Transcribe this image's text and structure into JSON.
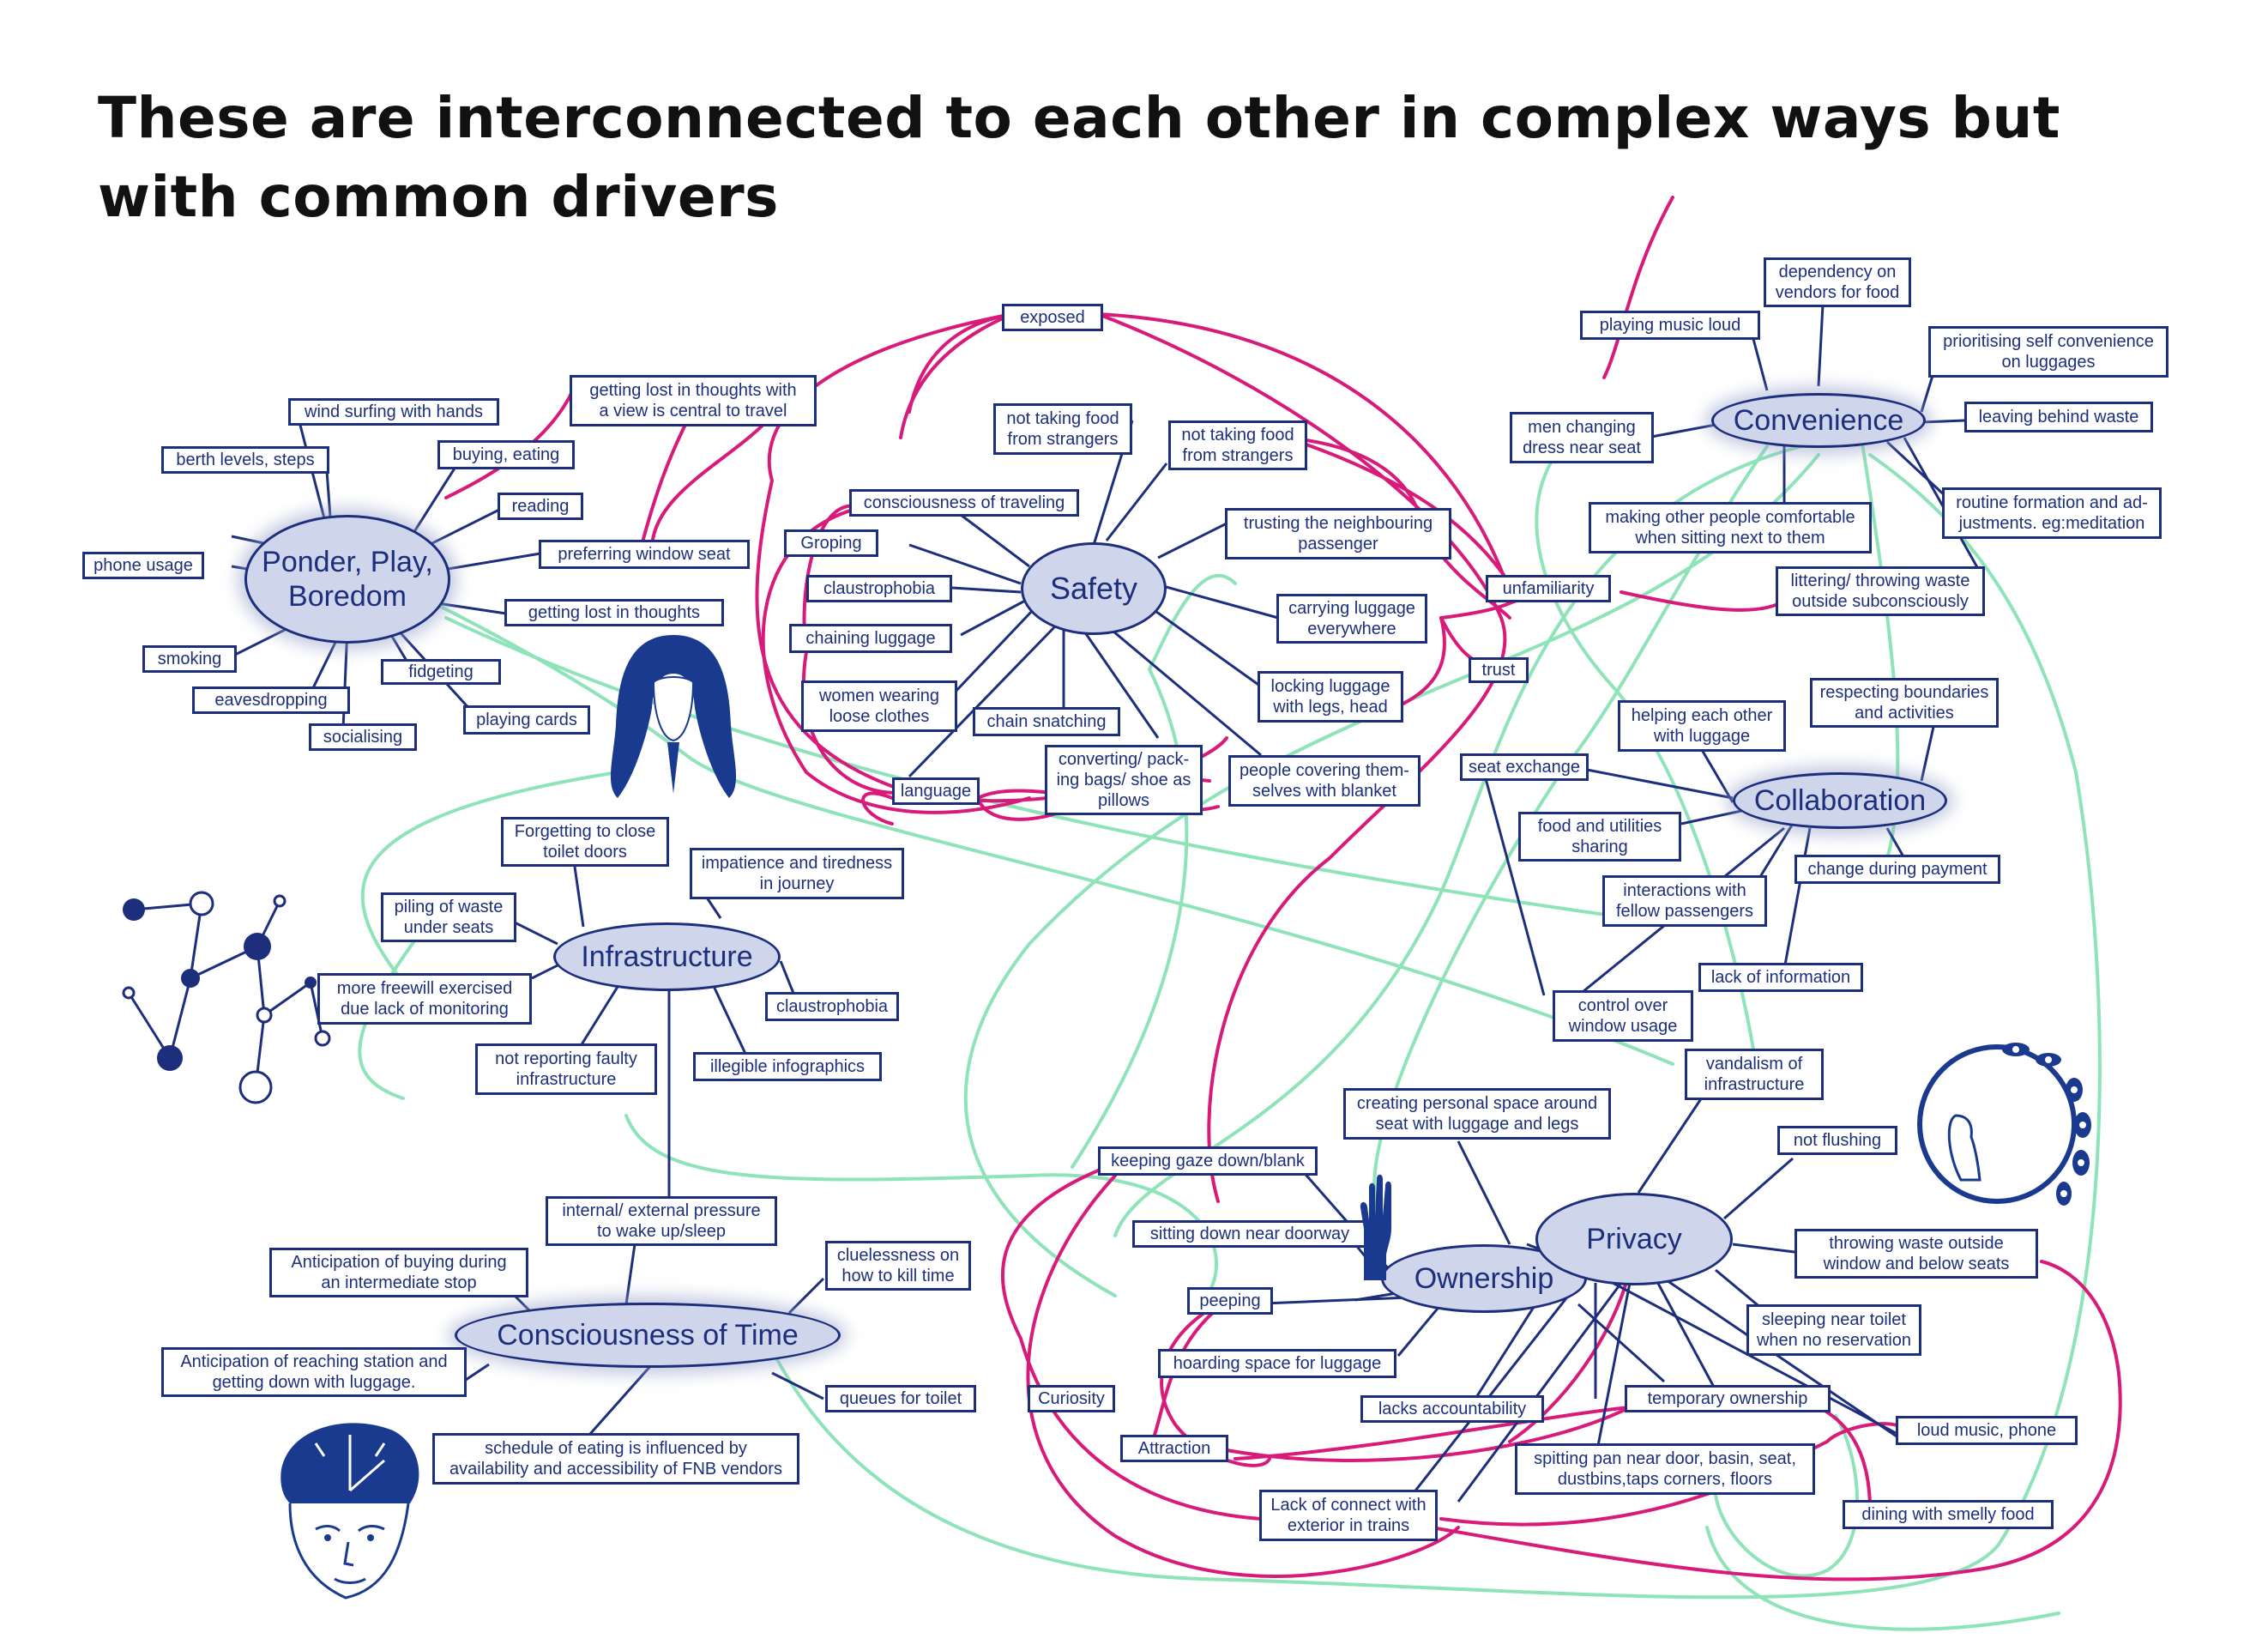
{
  "title": "These are interconnected to each other in complex ways but with common drivers",
  "colors": {
    "navy": "#1d2f7c",
    "hub_fill": "#cfd5ea",
    "pink_links": "#d81b7a",
    "green_links": "#8ee4b8",
    "illustration": "#1a3a8f"
  },
  "hubs": {
    "ponder": "Ponder, Play,\nBoredom",
    "safety": "Safety",
    "convenience": "Convenience",
    "collaboration": "Collaboration",
    "infrastructure": "Infrastructure",
    "consciousness_time": "Consciousness of Time",
    "ownership": "Ownership",
    "privacy": "Privacy"
  },
  "labels": {
    "ponder": {
      "wind_surfing": "wind surfing with hands",
      "berth_levels": "berth levels, steps",
      "phone_usage": "phone usage",
      "smoking": "smoking",
      "eavesdropping": "eavesdropping",
      "socialising": "socialising",
      "fidgeting": "fidgeting",
      "playing_cards": "playing cards",
      "buying_eating": "buying, eating",
      "reading": "reading",
      "preferring_window": "preferring window seat",
      "lost_thoughts": "getting lost in thoughts",
      "lost_thoughts_view": "getting lost in thoughts with\na view is central to travel"
    },
    "safety": {
      "exposed": "exposed",
      "not_taking_food_1": "not taking food\nfrom strangers",
      "not_taking_food_2": "not taking food\nfrom strangers",
      "consciousness_traveling": "consciousness of traveling",
      "groping": "Groping",
      "claustrophobia": "claustrophobia",
      "chaining_luggage": "chaining luggage",
      "women_loose": "women wearing\nloose clothes",
      "chain_snatching": "chain snatching",
      "language": "language",
      "converting_bags": "converting/ pack-\ning bags/ shoe as\npillows",
      "covering_blanket": "people covering them-\nselves with blanket",
      "locking_luggage": "locking luggage\nwith legs, head",
      "carrying_luggage": "carrying luggage\neverywhere",
      "trusting_neighbour": "trusting the neighbouring\npassenger",
      "unfamiliarity": "unfamiliarity",
      "trust": "trust"
    },
    "convenience": {
      "dependency_vendors": "dependency on\nvendors for food",
      "playing_music": "playing music loud",
      "prioritising_self": "prioritising self convenience\non luggages",
      "leaving_waste": "leaving behind waste",
      "men_changing": "men changing\ndress near seat",
      "making_comfortable": "making other people comfortable\nwhen sitting next to them",
      "routine_formation": "routine formation and ad-\njustments. eg:meditation",
      "littering": "littering/ throwing waste\noutside subconsciously"
    },
    "collaboration": {
      "helping_luggage": "helping each other\nwith luggage",
      "respecting_boundaries": "respecting boundaries\nand activities",
      "seat_exchange": "seat exchange",
      "food_sharing": "food and utilities\nsharing",
      "interactions": "interactions with\nfellow passengers",
      "change_payment": "change during payment",
      "lack_information": "lack of information",
      "control_window": "control over\nwindow usage"
    },
    "infrastructure": {
      "forgetting_doors": "Forgetting to close\ntoilet doors",
      "impatience": "impatience and tiredness\nin journey",
      "piling_waste": "piling of waste\nunder seats",
      "more_freewill": "more freewill exercised\ndue lack of monitoring",
      "claustrophobia": "claustrophobia",
      "not_reporting": "not reporting faulty\ninfrastructure",
      "illegible": "illegible infographics"
    },
    "time": {
      "internal_pressure": "internal/ external pressure\nto wake up/sleep",
      "anticipation_buying": "Anticipation of buying during\nan intermediate stop",
      "cluelessness": "cluelessness on\nhow to kill time",
      "anticipation_reaching": "Anticipation of reaching station and\ngetting down with luggage.",
      "queues_toilet": "queues for toilet",
      "schedule_eating": "schedule of eating is influenced by\navailability and accessibility of FNB vendors"
    },
    "ownership_privacy": {
      "keeping_gaze": "keeping gaze down/blank",
      "sitting_doorway": "sitting down near doorway",
      "creating_space": "creating personal space around\nseat with luggage and legs",
      "vandalism": "vandalism of\ninfrastructure",
      "not_flushing": "not flushing",
      "throwing_window": "throwing waste outside\nwindow and below seats",
      "sleeping_toilet": "sleeping near toilet\nwhen no reservation",
      "peeping": "peeping",
      "hoarding": "hoarding space for luggage",
      "curiosity": "Curiosity",
      "attraction": "Attraction",
      "lacks_accountability": "lacks accountability",
      "temporary_ownership": "temporary ownership",
      "loud_music_phone": "loud music, phone",
      "spitting_pan": "spitting pan near door, basin, seat,\ndustbins,taps corners, floors",
      "lack_connect": "Lack of connect with\nexterior in trains",
      "dining_smelly": "dining with smelly food"
    }
  },
  "icons": {
    "woman_hair": "woman-portrait-icon",
    "molecule": "network-nodes-icon",
    "hand": "raised-hand-icon",
    "eyes_circle": "eyes-watching-icon",
    "clock_head": "clock-head-icon"
  }
}
